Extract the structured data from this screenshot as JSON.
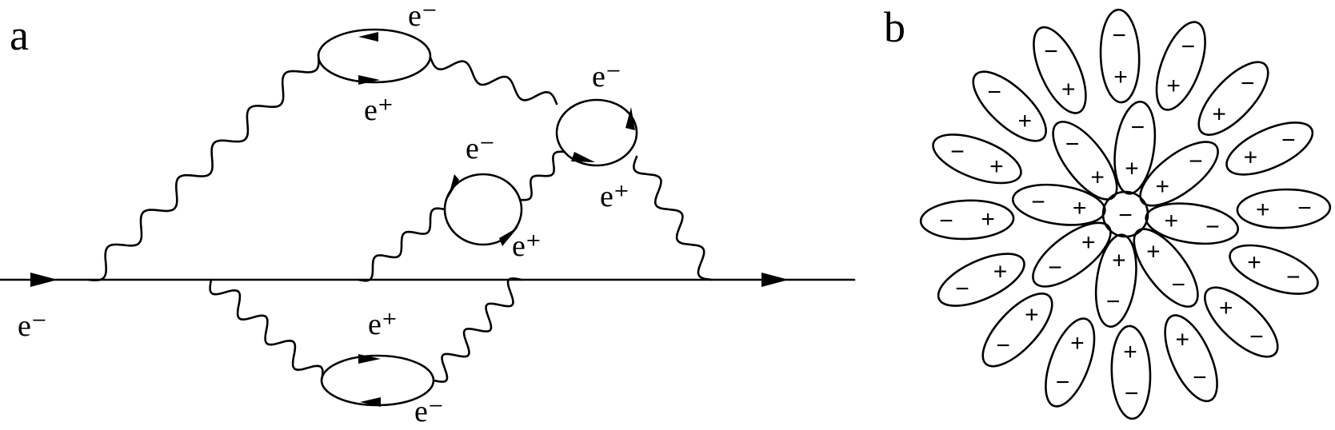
{
  "panel_a": {
    "label": "a",
    "incoming_label": "e⁻",
    "particle_labels": {
      "loop1_top": "e⁻",
      "loop1_bottom": "e⁺",
      "loop2_top": "e⁻",
      "loop2_bottom": "e⁺",
      "loop3_top": "e⁻",
      "loop3_bottom": "e⁺",
      "loop4_top": "e⁺",
      "loop4_bottom": "e⁻"
    }
  },
  "panel_b": {
    "label": "b",
    "central_charge": "−",
    "positive_sign": "+",
    "negative_sign": "−",
    "inner_dipole_count": 8,
    "outer_dipole_count": 16
  }
}
